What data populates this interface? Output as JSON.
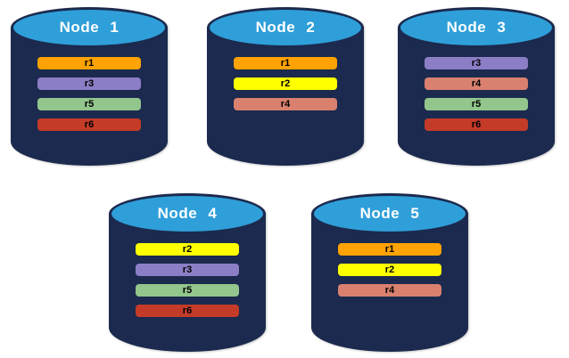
{
  "diagram": {
    "description": "Database nodes with replica distribution",
    "colors": {
      "cylinder_body": "#1B2A4E",
      "cylinder_top": "#2F9FD9",
      "title_text": "#FFFFFF",
      "bar_text": "#000000"
    },
    "replica_colors": {
      "r1": "#FFA203",
      "r2": "#FFFF00",
      "r3": "#8C7EC6",
      "r4": "#D9806F",
      "r5": "#92C68C",
      "r6": "#C43B28"
    },
    "nodes": [
      {
        "label": "Node 1",
        "replicas": [
          "r1",
          "r3",
          "r5",
          "r6"
        ]
      },
      {
        "label": "Node 2",
        "replicas": [
          "r1",
          "r2",
          "r4"
        ]
      },
      {
        "label": "Node 3",
        "replicas": [
          "r3",
          "r4",
          "r5",
          "r6"
        ]
      },
      {
        "label": "Node 4",
        "replicas": [
          "r2",
          "r3",
          "r5",
          "r6"
        ]
      },
      {
        "label": "Node 5",
        "replicas": [
          "r1",
          "r2",
          "r4"
        ]
      }
    ]
  }
}
